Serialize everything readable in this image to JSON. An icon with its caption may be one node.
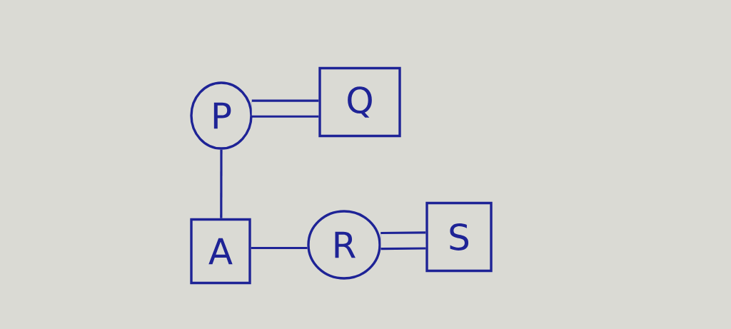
{
  "diagram": {
    "nodes": [
      {
        "text": [
          "P"
        ]
      },
      {
        "text": [
          "Q"
        ]
      },
      {
        "text": [
          "A"
        ]
      },
      {
        "text": [
          "R"
        ]
      },
      {
        "text": [
          "S"
        ]
      }
    ],
    "edges": [
      {
        "from": 0,
        "to": 1,
        "arrow": "none",
        "style": "thick"
      },
      {
        "from": 0,
        "to": 2,
        "arrow": "none"
      },
      {
        "from": 2,
        "to": 3,
        "arrow": "none"
      },
      {
        "from": 3,
        "to": 4,
        "arrow": "none",
        "style": "thick"
      }
    ]
  }
}
